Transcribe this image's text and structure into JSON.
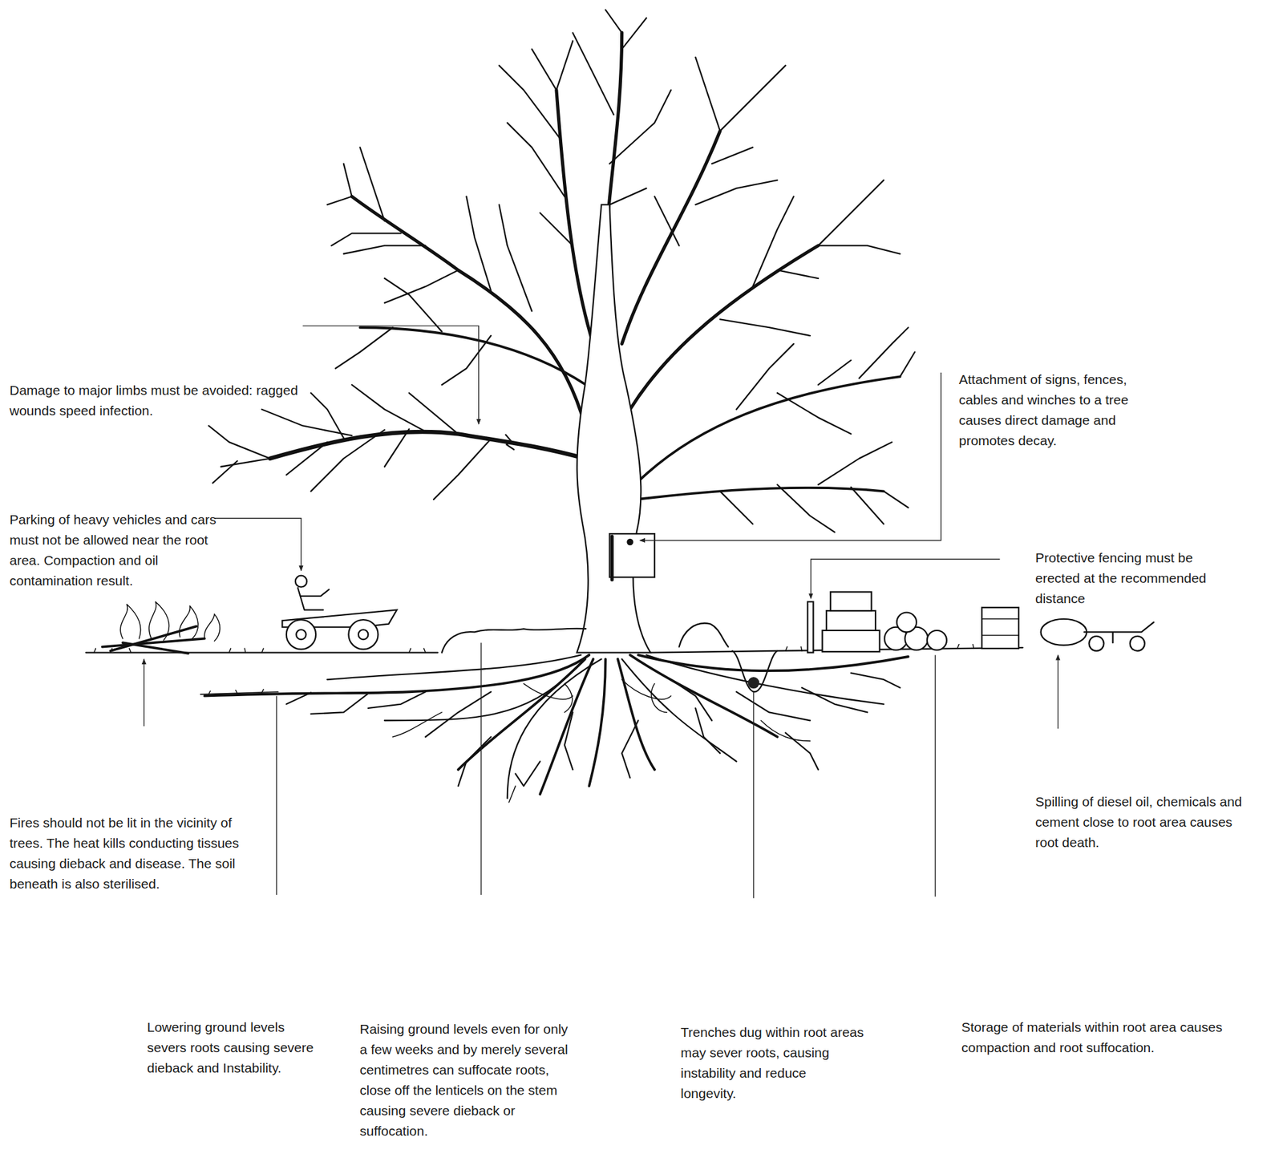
{
  "diagram": {
    "labels": [
      "Damage to major limbs must be avoided: ragged wounds speed infection.",
      "Attachment of signs, fences, cables and winches to a tree causes direct damage and promotes decay.",
      "Parking of heavy vehicles and cars must not be allowed near the root area. Compaction and oil contamination result.",
      "Protective fencing must be erected at the recommended distance",
      "Fires should not be lit in the vicinity of trees. The heat kills conducting tissues causing dieback and disease. The soil beneath is also sterilised.",
      "Spilling of diesel oil, chemicals and cement close to root area causes root death.",
      "Lowering ground levels severs roots causing severe dieback and Instability.",
      "Raising ground levels even for only a few weeks and by merely several centimetres can suffocate roots, close off the lenticels on the stem causing severe dieback or suffocation.",
      "Trenches dug within root areas may sever roots, causing instability and reduce longevity.",
      "Storage of materials within root area causes compaction and root suffocation."
    ]
  }
}
